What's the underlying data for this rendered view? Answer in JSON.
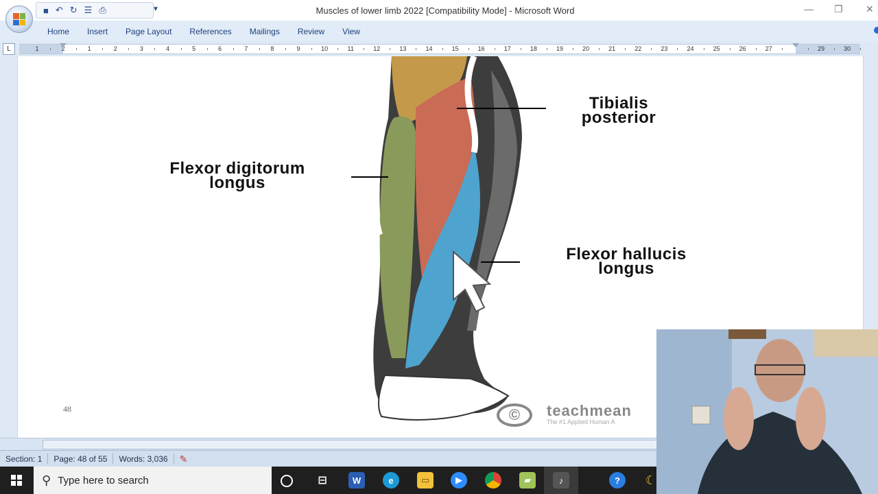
{
  "window": {
    "title": "Muscles of lower limb 2022 [Compatibility Mode] - Microsoft Word",
    "minimize_glyph": "—",
    "restore_glyph": "❐",
    "close_glyph": "✕"
  },
  "quick_access": {
    "icons": [
      "save-icon",
      "undo-icon",
      "redo-icon",
      "bullets-icon",
      "print-preview-icon",
      "customize-icon"
    ]
  },
  "ribbon": {
    "tabs": [
      {
        "label": "Home"
      },
      {
        "label": "Insert"
      },
      {
        "label": "Page Layout"
      },
      {
        "label": "References"
      },
      {
        "label": "Mailings"
      },
      {
        "label": "Review"
      },
      {
        "label": "View"
      }
    ]
  },
  "ruler": {
    "corner_label": "L",
    "numbers": [
      "1",
      "2",
      "1",
      "2",
      "3",
      "4",
      "5",
      "6",
      "7",
      "8",
      "9",
      "10",
      "11",
      "12",
      "13",
      "14",
      "15",
      "16",
      "17",
      "18",
      "19",
      "20",
      "21",
      "22",
      "23",
      "24",
      "25",
      "26",
      "27",
      "29",
      "30"
    ]
  },
  "document": {
    "labels": {
      "tibialis": "Tibialis\nposterior",
      "fdl": "Flexor digitorum\nlongus",
      "fhl": "Flexor hallucis\nlongus"
    },
    "page_number": "48",
    "watermark": {
      "symbol": "©",
      "brand": "teachmean",
      "tagline": "The #1 Applied Human A"
    },
    "colors": {
      "tibialis_posterior": "#c96b55",
      "flexor_digitorum": "#8a9a5a",
      "flexor_hallucis": "#4fa3cf",
      "tendon": "#c49a4a"
    }
  },
  "status": {
    "section": "Section: 1",
    "page": "Page: 48 of 55",
    "words": "Words: 3,036"
  },
  "taskbar": {
    "search_placeholder": "Type here to search",
    "apps": [
      "cortana-icon",
      "task-view-icon",
      "word-icon",
      "edge-icon",
      "file-explorer-icon",
      "zoom-icon",
      "chrome-icon",
      "notes-icon",
      "media-icon",
      "help-icon",
      "weather-icon"
    ]
  }
}
